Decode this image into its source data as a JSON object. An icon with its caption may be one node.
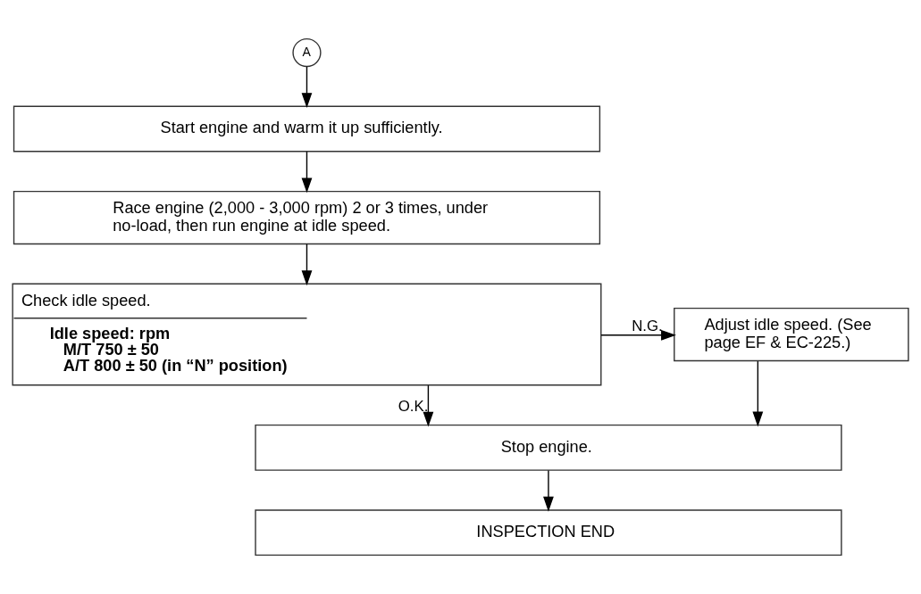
{
  "diagram": {
    "nodes": [
      {
        "text": [
          "A"
        ]
      },
      {
        "text": [
          "Start engine and warm it up sufficiently."
        ]
      },
      {
        "text": [
          "Race engine (2,000 - 3,000 rpm) 2 or 3 times, under no-load, then run engine at idle speed."
        ]
      },
      {
        "text": [
          "Check idle speed.",
          "Idle speed: rpm",
          "M/T 750 ± 50",
          "A/T 800 ± 50 (in “N” position)"
        ]
      },
      {
        "text": [
          "Adjust idle speed. (See page EF & EC-225.)"
        ]
      },
      {
        "text": [
          "Stop engine."
        ]
      },
      {
        "text": [
          "INSPECTION END"
        ]
      }
    ],
    "edges": [
      {
        "from": 0,
        "to": 1,
        "arrow": "to"
      },
      {
        "from": 1,
        "to": 2,
        "arrow": "to"
      },
      {
        "from": 2,
        "to": 3,
        "arrow": "to"
      },
      {
        "from": 3,
        "to": 4,
        "arrow": "to",
        "label": "N.G."
      },
      {
        "from": 3,
        "to": 5,
        "arrow": "to",
        "label": "O.K."
      },
      {
        "from": 4,
        "to": 5,
        "arrow": "to"
      },
      {
        "from": 5,
        "to": 6,
        "arrow": "to"
      }
    ]
  }
}
